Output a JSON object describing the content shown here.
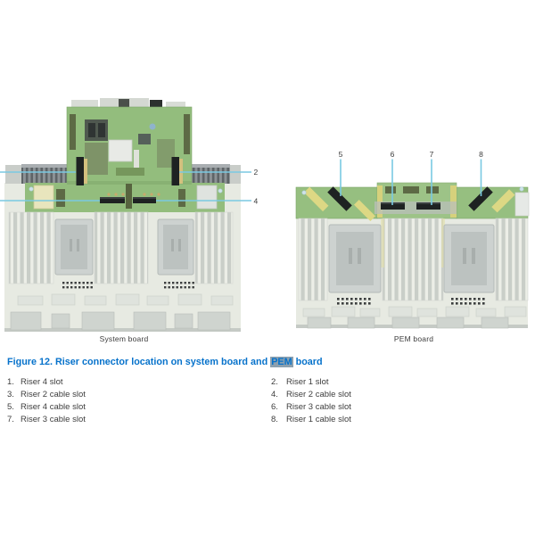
{
  "figure": {
    "caption_prefix": "Figure 12. Riser connector location on system board and ",
    "caption_highlight": "PEM",
    "caption_suffix": " board",
    "caption_color": "#0672CB",
    "highlight_bg": "#8CA0AF"
  },
  "diagram": {
    "callout_line_color": "#7AC9E2",
    "pcb_green": "#93BD7D",
    "connector_black": "#1E2222",
    "system_board": {
      "label": "System board",
      "callouts": [
        {
          "number": "2"
        },
        {
          "number": "4"
        }
      ]
    },
    "pem_board": {
      "label": "PEM board",
      "callouts": [
        {
          "number": "5"
        },
        {
          "number": "6"
        },
        {
          "number": "7"
        },
        {
          "number": "8"
        }
      ]
    }
  },
  "legend": {
    "rows": [
      {
        "left": {
          "num": "1.",
          "label": "Riser 4 slot"
        },
        "right": {
          "num": "2.",
          "label": "Riser 1 slot"
        }
      },
      {
        "left": {
          "num": "3.",
          "label": "Riser 2 cable slot"
        },
        "right": {
          "num": "4.",
          "label": "Riser 2 cable slot"
        }
      },
      {
        "left": {
          "num": "5.",
          "label": "Riser 4 cable slot"
        },
        "right": {
          "num": "6.",
          "label": "Riser 3 cable slot"
        }
      },
      {
        "left": {
          "num": "7.",
          "label": "Riser 3 cable slot"
        },
        "right": {
          "num": "8.",
          "label": "Riser 1 cable slot"
        }
      }
    ]
  }
}
